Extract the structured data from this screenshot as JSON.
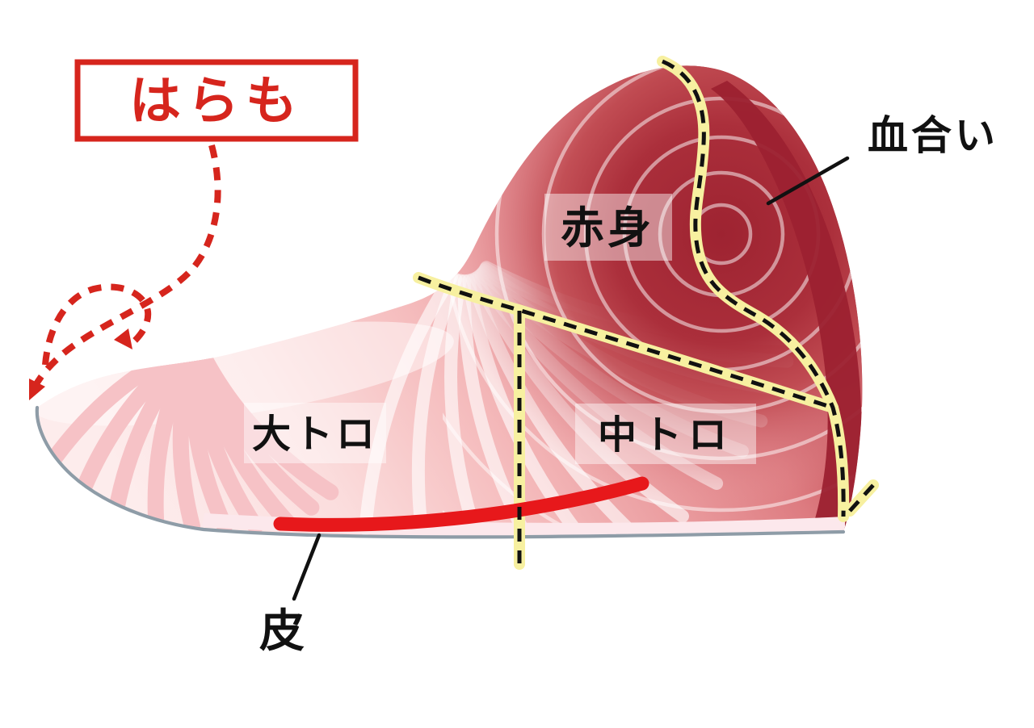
{
  "callout": {
    "haramo": "はらも"
  },
  "part_labels": {
    "chiai": "血合い",
    "akami": "赤身",
    "otoro": "大トロ",
    "chutoro": "中トロ",
    "kawa": "皮"
  },
  "colors": {
    "accent_red": "#d6251d",
    "marker_red": "#e7181b",
    "cut_line_yellow": "#f7f0a0",
    "cut_line_dash": "#111111",
    "flesh_pale": "#fdecec",
    "flesh_dark": "#9d2232",
    "skin_gray": "#8e9ca7",
    "label_text": "#111111"
  }
}
